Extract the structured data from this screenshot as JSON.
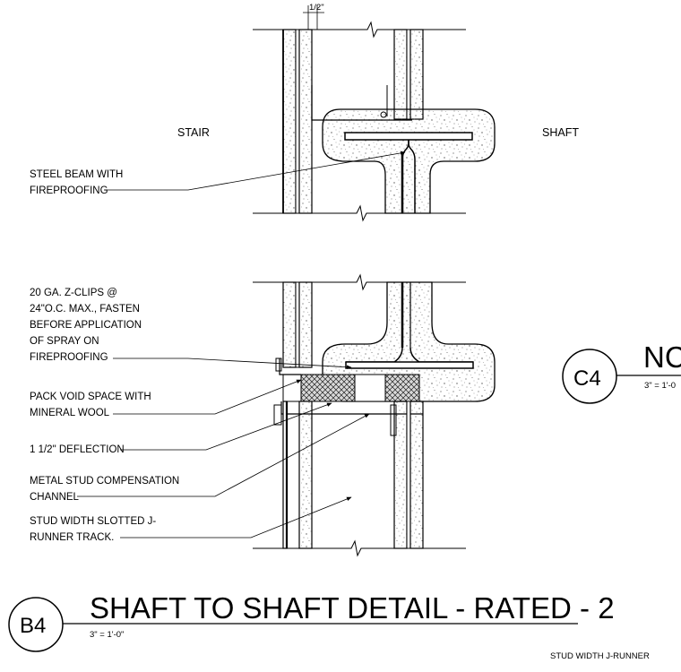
{
  "dimension_top": "1/2\"",
  "rooms": {
    "stair": "STAIR",
    "shaft": "SHAFT"
  },
  "notes": {
    "steel_beam": [
      "STEEL BEAM WITH",
      "FIREPROOFING"
    ],
    "z_clips": [
      "20 GA. Z-CLIPS @",
      "24\"O.C. MAX., FASTEN",
      "BEFORE APPLICATION",
      "OF SPRAY ON",
      "FIREPROOFING"
    ],
    "mineral_wool": [
      "PACK VOID SPACE WITH",
      "MINERAL WOOL"
    ],
    "deflection": [
      "1 1/2\" DEFLECTION"
    ],
    "compensation": [
      "METAL STUD COMPENSATION",
      "CHANNEL"
    ],
    "j_runner": [
      "STUD WIDTH SLOTTED J-",
      "RUNNER TRACK."
    ]
  },
  "detail_b4": {
    "tag": "B4",
    "title": "SHAFT TO SHAFT DETAIL - RATED - 2",
    "scale": "3\" = 1'-0\""
  },
  "detail_c4": {
    "tag": "C4",
    "title": "NC",
    "scale": "3\" = 1'-0"
  },
  "bottom_right_note": "STUD WIDTH J-RUNNER"
}
